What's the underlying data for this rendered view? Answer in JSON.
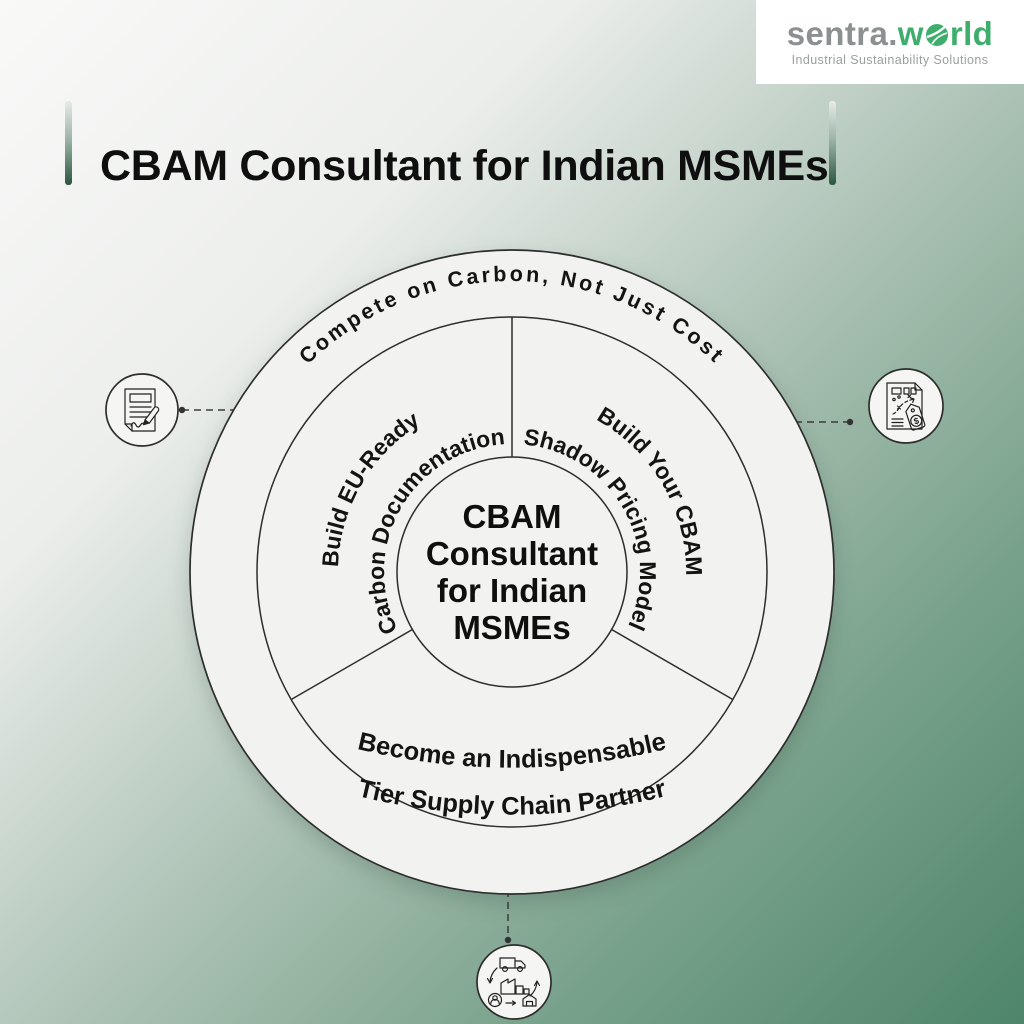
{
  "page": {
    "title": "CBAM Consultant for Indian MSMEs"
  },
  "logo": {
    "part_gray": "sentra.",
    "part_green_w": "w",
    "part_green_rld": "rld",
    "tagline": "Industrial Sustainability Solutions"
  },
  "diagram": {
    "arc_top": "Compete on Carbon, Not Just Cost",
    "center_lines": [
      "CBAM",
      "Consultant",
      "for Indian",
      "MSMEs"
    ],
    "segment_left": {
      "line1": "Build EU-Ready",
      "line2": "Carbon Documentation"
    },
    "segment_right": {
      "line1": "Build Your CBAM",
      "line2": "Shadow Pricing Model"
    },
    "segment_bottom": {
      "line1": "Become an Indispensable",
      "line2": "Tier Supply Chain Partner"
    },
    "icons": {
      "left": "document-signing-icon",
      "right": "pricing-strategy-icon",
      "bottom": "supply-chain-icon",
      "dollar_glyph": "$"
    }
  },
  "colors": {
    "brand_gray": "#8c9090",
    "brand_green": "#3fae6d",
    "background_green_dark": "#4e8568",
    "background_light": "#f9f9f8",
    "circle_fill": "#f2f2f0",
    "outline": "#2d2d2d",
    "text": "#141414",
    "bar_gradient_bottom": "#2b573f"
  }
}
